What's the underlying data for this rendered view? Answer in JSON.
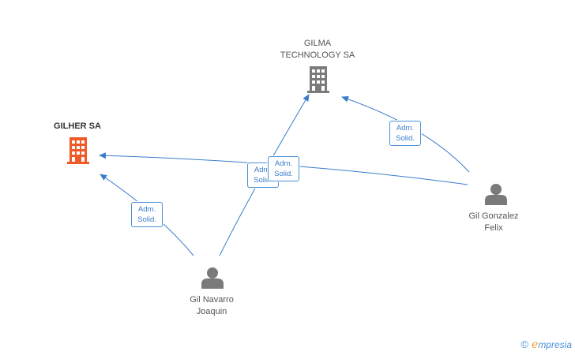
{
  "colors": {
    "edge": "#3a7cc9",
    "badge_border": "#4a90d9",
    "person_icon": "#7a7a7a",
    "company_icon_main": "#7a7a7a",
    "company_icon_highlight": "#f05a28"
  },
  "nodes": {
    "gilma": {
      "label": "GILMA\nTECHNOLOGY SA",
      "icon": "building-icon"
    },
    "gilher": {
      "label": "GILHER SA",
      "icon": "building-icon"
    },
    "gil_gonzalez": {
      "label": "Gil Gonzalez\nFelix",
      "icon": "person-icon"
    },
    "gil_navarro": {
      "label": "Gil Navarro\nJoaquin",
      "icon": "person-icon"
    }
  },
  "edges": [
    {
      "from": "Gil Gonzalez Felix",
      "to": "GILMA TECHNOLOGY SA",
      "role_line1": "Adm.",
      "role_line2": "Solid."
    },
    {
      "from": "Gil Gonzalez Felix",
      "to": "GILHER SA",
      "role_line1": "Adm.",
      "role_line2": "Solid."
    },
    {
      "from": "Gil Navarro Joaquin",
      "to": "GILMA TECHNOLOGY SA",
      "role_line1": "Adm.",
      "role_line2": "Solid."
    },
    {
      "from": "Gil Navarro Joaquin",
      "to": "GILHER SA",
      "role_line1": "Adm.",
      "role_line2": "Solid."
    }
  ],
  "watermark": {
    "copyright": "©",
    "brand_initial": "e",
    "brand_rest": "mpresia"
  }
}
